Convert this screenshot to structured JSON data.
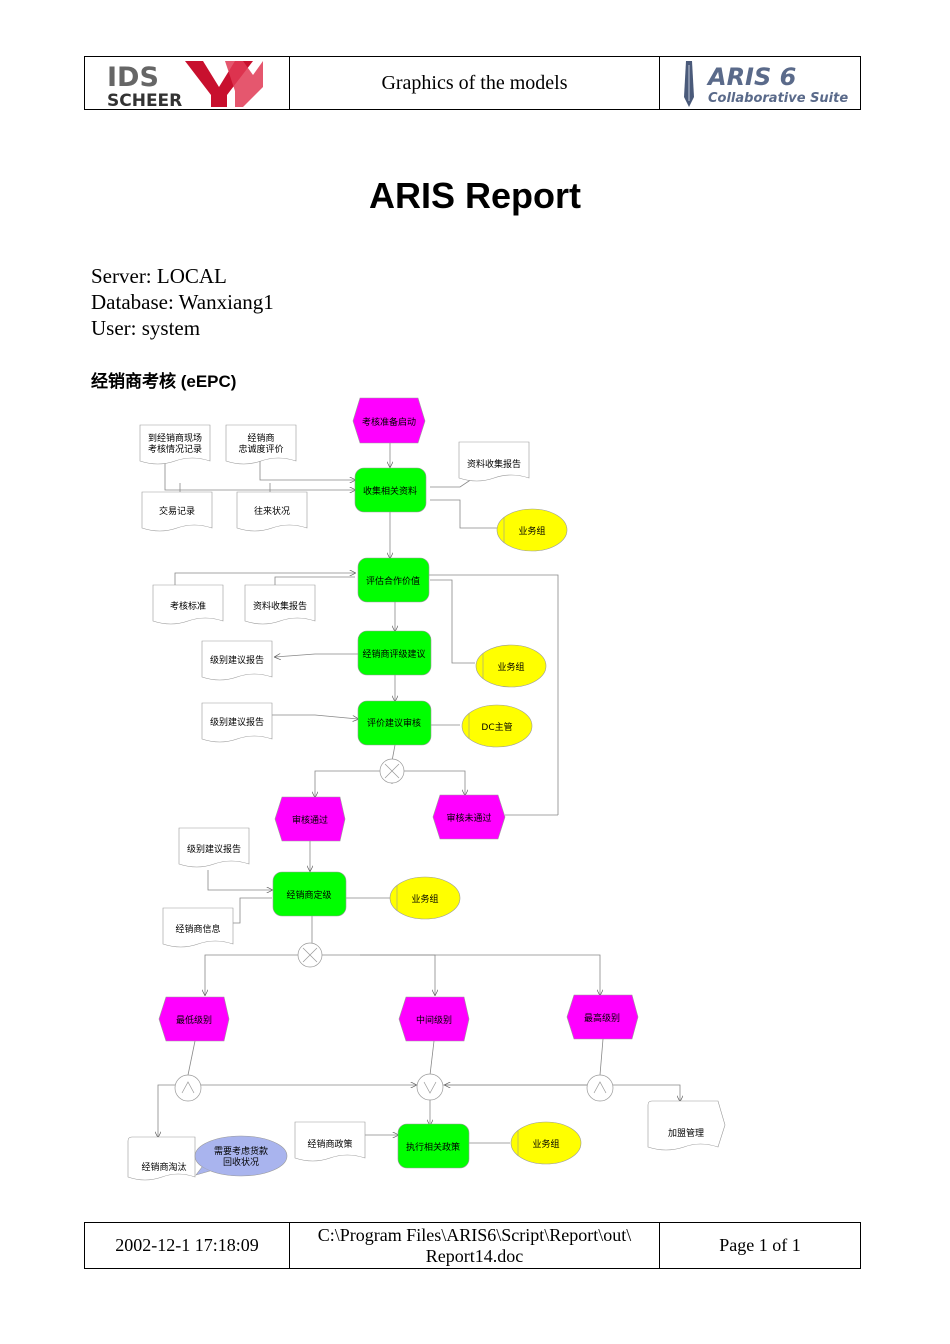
{
  "header": {
    "logo_left": {
      "line1": "IDS",
      "line2": "SCHEER"
    },
    "title": "Graphics of the models",
    "logo_right": {
      "line1": "ARIS 6",
      "line2": "Collaborative Suite"
    }
  },
  "report_title": "ARIS Report",
  "info": {
    "server": "Server: LOCAL",
    "database": "Database: Wanxiang1",
    "user": "User: system"
  },
  "model_title": "经销商考核 (eEPC)",
  "diagram": {
    "events": {
      "start": "考核准备启动",
      "approved": "审核通过",
      "rejected": "审核未通过",
      "lowest": "最低级别",
      "middle": "中间级别",
      "highest": "最高级别"
    },
    "functions": {
      "collect": "收集相关资料",
      "evaluate": "评估合作价值",
      "rating": "经销商评级建议",
      "review": "评价建议审核",
      "grading": "经销商定级",
      "execute": "执行相关政策"
    },
    "org_units": {
      "group1": "业务组",
      "group2": "业务组",
      "dc": "DC主管",
      "group3": "业务组",
      "group4": "业务组"
    },
    "documents": {
      "visit_record": [
        "到经销商现场",
        "考核情况记录"
      ],
      "loyalty": [
        "经销商",
        "忠诚度评价"
      ],
      "collect_report": "资料收集报告",
      "transactions": "交易记录",
      "dealings": "往来状况",
      "criteria": "考核标准",
      "collect_report2": "资料收集报告",
      "level_report1": "级别建议报告",
      "level_report2": "级别建议报告",
      "level_report3": "级别建议报告",
      "dealer_info": "经销商信息",
      "dealer_policy": "经销商政策",
      "eliminate": "经销商淘汰",
      "franchise": "加盟管理"
    },
    "note": [
      "需要考虑货款",
      "回收状况"
    ]
  },
  "footer": {
    "date": "2002-12-1 17:18:09",
    "path_line1": "C:\\Program Files\\ARIS6\\Script\\Report\\out\\",
    "path_line2": "Report14.doc",
    "page": "Page 1  of 1"
  },
  "colors": {
    "event": "#ff00ff",
    "function": "#00ff00",
    "org_unit": "#ffff00",
    "note": "#a9b4ee",
    "logo_red": "#c8102e",
    "logo_gray": "#666666"
  }
}
